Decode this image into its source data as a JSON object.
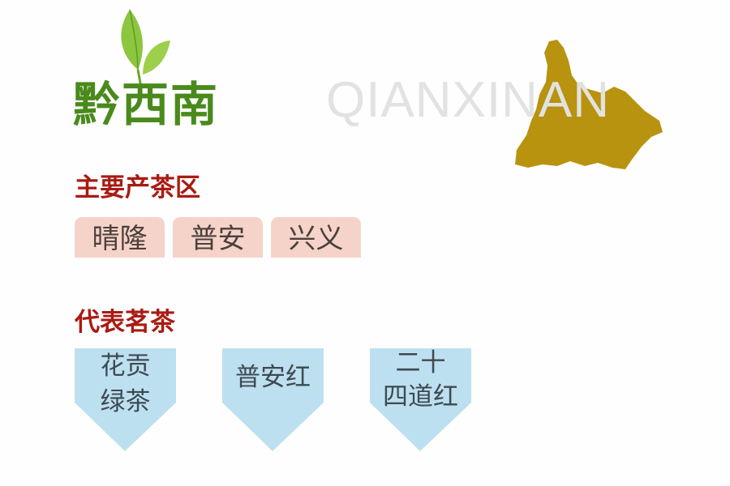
{
  "region": {
    "title": "黔西南",
    "pinyin": "QIANXINAN",
    "map_color": "#b8930f"
  },
  "areas": {
    "heading": "主要产茶区",
    "items": [
      "晴隆",
      "普安",
      "兴义"
    ],
    "color": "#f6d3c9"
  },
  "teas": {
    "heading": "代表茗茶",
    "items": [
      {
        "line1": "花贡",
        "line2": "绿茶"
      },
      {
        "line1": "普安红",
        "line2": ""
      },
      {
        "line1": "二十",
        "line2": "四道红"
      }
    ],
    "color": "#bde0f0"
  }
}
